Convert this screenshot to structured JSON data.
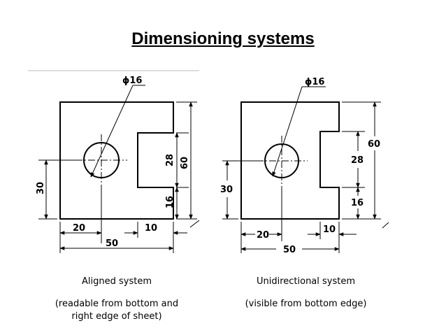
{
  "title": "Dimensioning systems",
  "aligned": {
    "caption": "Aligned system",
    "note_line1": "(readable from bottom and",
    "note_line2": "right edge of sheet)",
    "dims": {
      "phi": "ϕ16",
      "d28": "28",
      "d60": "60",
      "d16": "16",
      "d30": "30",
      "d20": "20",
      "d10": "10",
      "d50": "50"
    }
  },
  "unidirectional": {
    "caption": "Unidirectional system",
    "note": "(visible from bottom edge)",
    "dims": {
      "phi": "ϕ16",
      "d28": "28",
      "d60": "60",
      "d16": "16",
      "d30": "30",
      "d20": "20",
      "d10": "10",
      "d50": "50"
    }
  }
}
